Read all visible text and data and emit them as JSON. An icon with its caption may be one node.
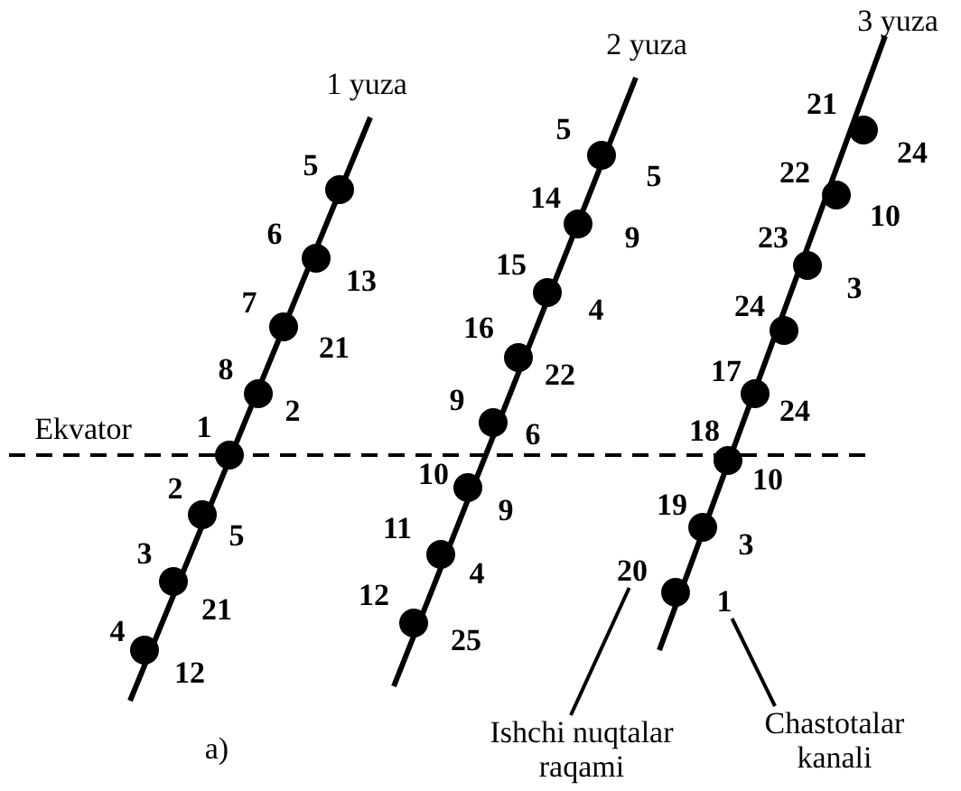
{
  "diagram": {
    "nodes": [
      {
        "text": [
          "Ishchi nuqtalar raqami"
        ]
      },
      {
        "text": [
          "20"
        ]
      },
      {
        "text": [
          "Chastotalar kanali"
        ]
      },
      {
        "text": [
          "1"
        ]
      }
    ],
    "edges": [
      {
        "from": 0,
        "to": 1,
        "arrow": "none"
      },
      {
        "from": 2,
        "to": 3,
        "arrow": "none"
      }
    ],
    "labels": [
      "Ekvator",
      "1 yuza",
      "5",
      "6",
      "13",
      "7",
      "21",
      "8",
      "2",
      "1",
      "2",
      "5",
      "3",
      "21",
      "4",
      "12",
      "2 yuza",
      "5",
      "5",
      "14",
      "9",
      "15",
      "4",
      "16",
      "22",
      "9",
      "6",
      "10",
      "9",
      "11",
      "4",
      "12",
      "25",
      "3 yuza",
      "21",
      "24",
      "22",
      "10",
      "23",
      "3",
      "24",
      "17",
      "24",
      "18",
      "10",
      "19",
      "3",
      "a)"
    ]
  }
}
